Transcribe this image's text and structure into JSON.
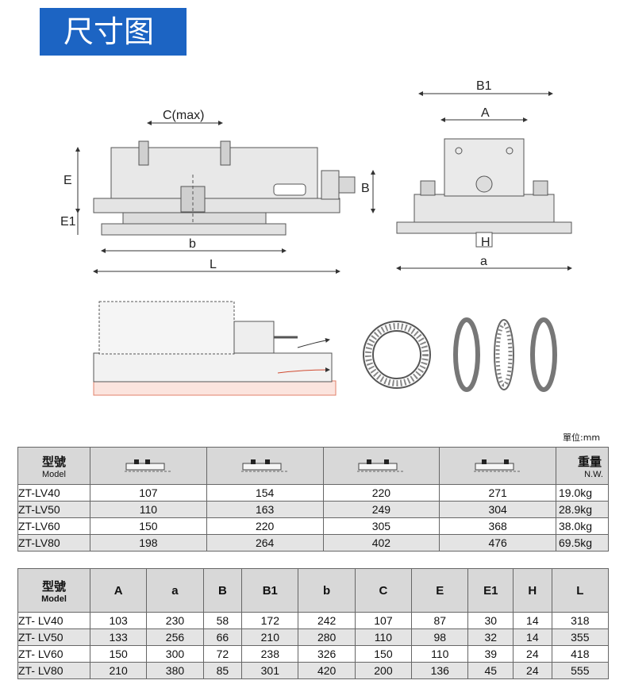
{
  "header": {
    "title": "尺寸图"
  },
  "drawing_labels": {
    "C": "C(max)",
    "E": "E",
    "E1": "E1",
    "B": "B",
    "b": "b",
    "L": "L",
    "B1": "B1",
    "A": "A",
    "H": "H",
    "a": "a"
  },
  "unit_note": "單位:mm",
  "table1": {
    "model_cn": "型號",
    "model_en": "Model",
    "weight_cn": "重量",
    "weight_en": "N.W.",
    "rows": [
      {
        "model": "ZT-LV40",
        "v1": "107",
        "v2": "154",
        "v3": "220",
        "v4": "271",
        "w": "19.0kg"
      },
      {
        "model": "ZT-LV50",
        "v1": "110",
        "v2": "163",
        "v3": "249",
        "v4": "304",
        "w": "28.9kg"
      },
      {
        "model": "ZT-LV60",
        "v1": "150",
        "v2": "220",
        "v3": "305",
        "v4": "368",
        "w": "38.0kg"
      },
      {
        "model": "ZT-LV80",
        "v1": "198",
        "v2": "264",
        "v3": "402",
        "v4": "476",
        "w": "69.5kg"
      }
    ]
  },
  "table2": {
    "model_cn": "型號",
    "model_en": "Model",
    "columns": [
      "A",
      "a",
      "B",
      "B1",
      "b",
      "C",
      "E",
      "E1",
      "H",
      "L"
    ],
    "rows": [
      {
        "model": "ZT- LV40",
        "values": [
          "103",
          "230",
          "58",
          "172",
          "242",
          "107",
          "87",
          "30",
          "14",
          "318"
        ]
      },
      {
        "model": "ZT- LV50",
        "values": [
          "133",
          "256",
          "66",
          "210",
          "280",
          "110",
          "98",
          "32",
          "14",
          "355"
        ]
      },
      {
        "model": "ZT- LV60",
        "values": [
          "150",
          "300",
          "72",
          "238",
          "326",
          "150",
          "110",
          "39",
          "24",
          "418"
        ]
      },
      {
        "model": "ZT- LV80",
        "values": [
          "210",
          "380",
          "85",
          "301",
          "420",
          "200",
          "136",
          "45",
          "24",
          "555"
        ]
      }
    ]
  }
}
